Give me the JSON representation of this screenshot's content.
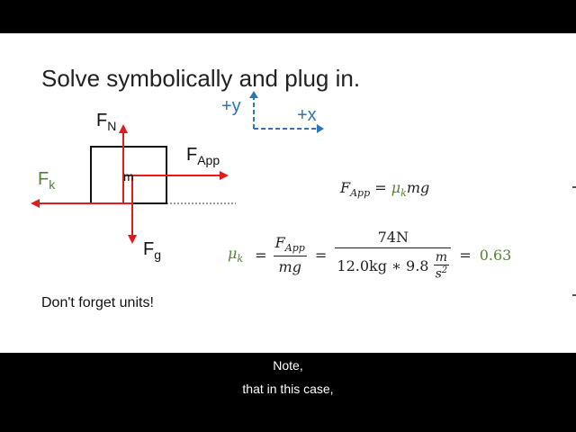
{
  "slide": {
    "title": "Solve symbolically and plug in.",
    "axes": {
      "y_label": "+y",
      "x_label": "+x"
    },
    "diagram": {
      "normal_force": {
        "base": "F",
        "sub": "N"
      },
      "applied_force": {
        "base": "F",
        "sub": "App"
      },
      "kinetic_friction": {
        "base": "F",
        "sub": "k"
      },
      "gravity": {
        "base": "F",
        "sub": "g"
      },
      "mass_label": "m"
    },
    "equation1": {
      "lhs_base": "F",
      "lhs_sub": "App",
      "equals": "=",
      "mu": "μ",
      "mu_sub": "k",
      "rhs_tail": "mg"
    },
    "equation2": {
      "mu": "μ",
      "mu_sub": "k",
      "equals": "=",
      "frac1_num_base": "F",
      "frac1_num_sub": "App",
      "frac1_den": "mg",
      "frac2_num": "74N",
      "frac2_den_prefix": "12.0kg ∗ 9.8",
      "unit_num": "m",
      "unit_den": "s",
      "unit_exp": "2",
      "result": "0.63"
    },
    "note": "Don't forget units!"
  },
  "captions": {
    "line1": "Note,",
    "line2": "that in this case,"
  },
  "colors": {
    "force_arrow": "#e01b1b",
    "axis": "#2e75b6",
    "green": "#548235"
  }
}
